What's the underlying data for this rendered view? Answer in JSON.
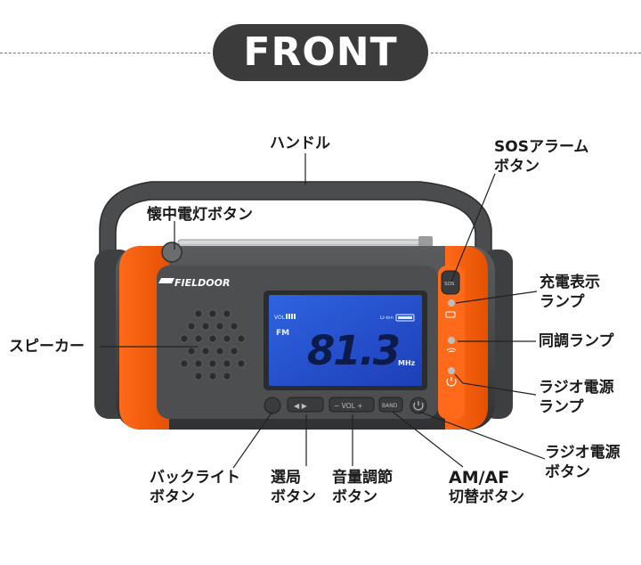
{
  "header": {
    "title": "FRONT"
  },
  "device": {
    "brand": "FIELDOOR",
    "lcd": {
      "freq": "81.3",
      "band": "FM",
      "unit": "MHz",
      "vol": "VOL",
      "battery": "Li-ion"
    },
    "buttons": {
      "tune": "◀ ▶",
      "volume": "− VOL +",
      "band": "BAND",
      "sos": "SOS"
    }
  },
  "labels": {
    "handle": "ハンドル",
    "sos_line1": "SOSアラーム",
    "sos_line2": "ボタン",
    "flashlight": "懐中電灯ボタン",
    "charge_line1": "充電表示",
    "charge_line2": "ランプ",
    "tuning": "同調ランプ",
    "power_lamp_line1": "ラジオ電源",
    "power_lamp_line2": "ランプ",
    "speaker": "スピーカー",
    "power_btn_line1": "ラジオ電源",
    "power_btn_line2": "ボタン",
    "backlight_line1": "バックライト",
    "backlight_line2": "ボタン",
    "tune_line1": "選局",
    "tune_line2": "ボタン",
    "volume_line1": "音量調節",
    "volume_line2": "ボタン",
    "amfm_line1": "AM/AF",
    "amfm_line2": "切替ボタン"
  }
}
